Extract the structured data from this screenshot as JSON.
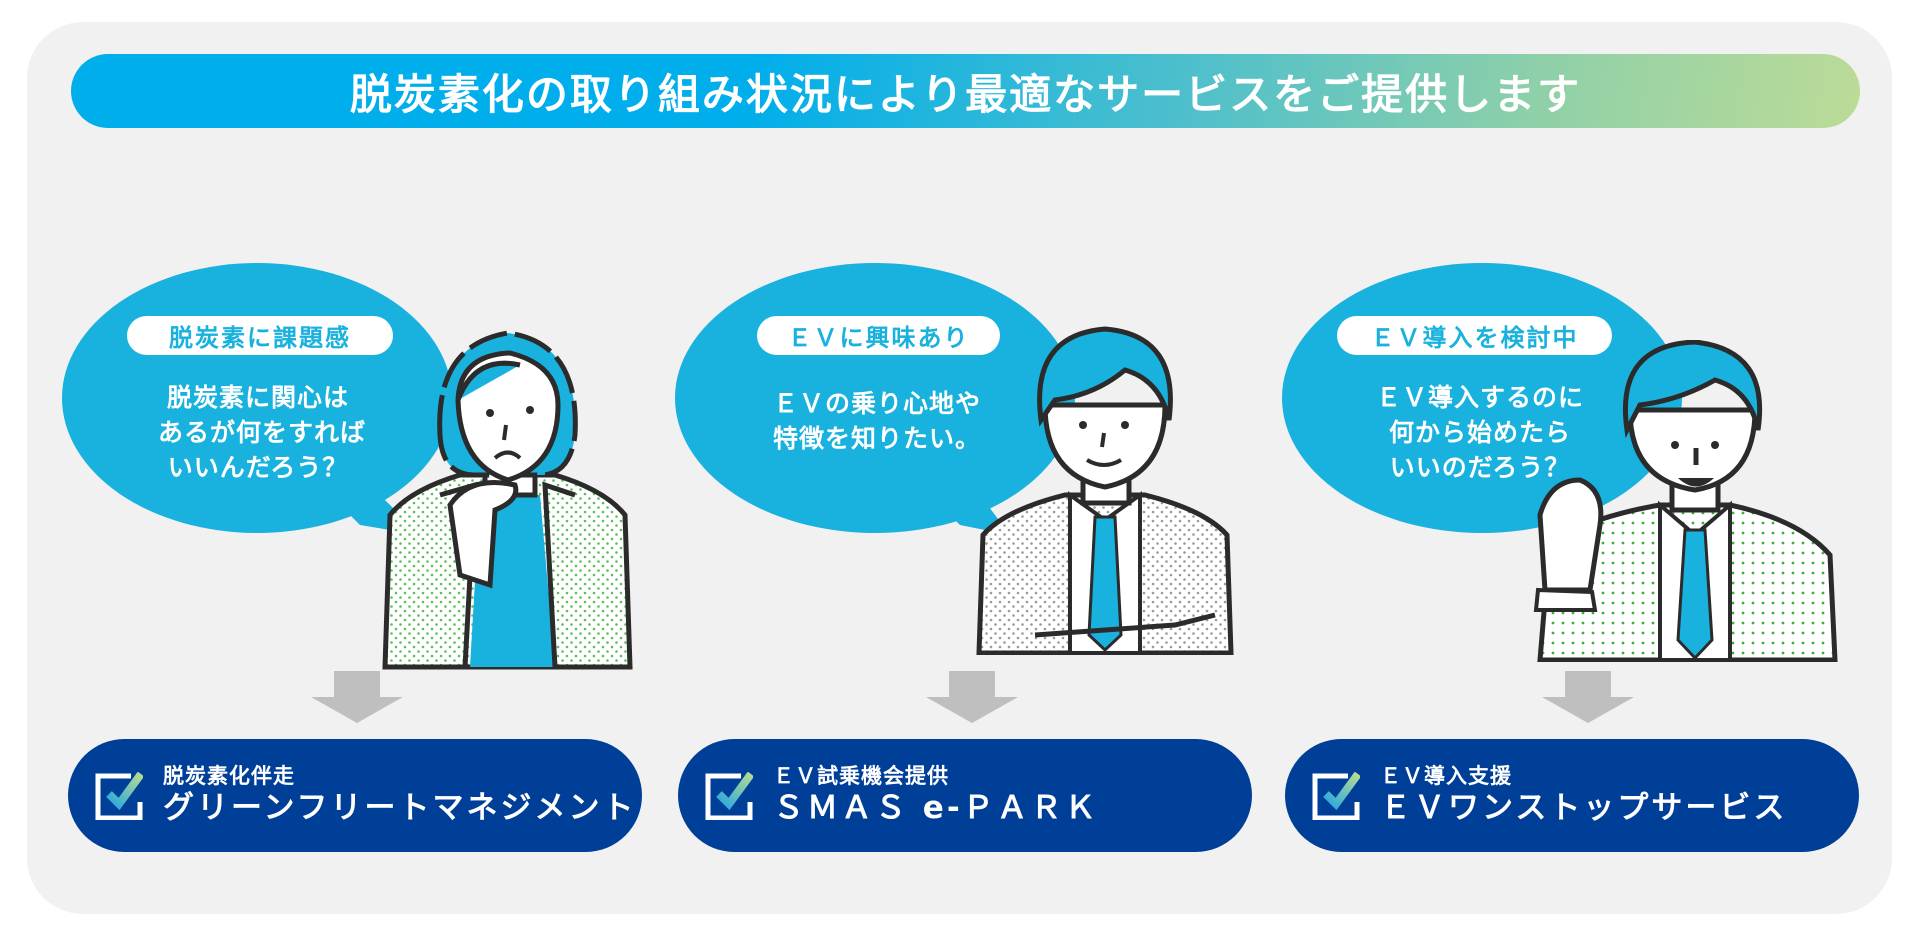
{
  "title": "脱炭素化の取り組み状況により最適なサービスをご提供します",
  "colors": {
    "panel_bg": "#f1f1f1",
    "title_gradient_start": "#00aeeb",
    "title_gradient_end": "#bcdb97",
    "bubble": "#19b1de",
    "button": "#003f98",
    "arrow": "#bfbfbf"
  },
  "columns": [
    {
      "stage_label": "脱炭素に課題感",
      "speech_lines": [
        "脱炭素に関心は",
        "あるが何をすれば",
        "いいんだろう？"
      ],
      "figure": "woman-thinking-icon",
      "service_sub": "脱炭素化伴走",
      "service_main": "グリーンフリートマネジメント"
    },
    {
      "stage_label": "ＥＶに興味あり",
      "speech_lines": [
        "ＥＶの乗り心地や",
        "特徴を知りたい。"
      ],
      "figure": "man-arms-crossed-icon",
      "service_sub": "ＥＶ試乗機会提供",
      "service_main": "ＳＭＡＳ e-ＰＡＲＫ"
    },
    {
      "stage_label": "ＥＶ導入を検討中",
      "speech_lines": [
        "ＥＶ導入するのに",
        "何から始めたら",
        "いいのだろう？"
      ],
      "figure": "man-fist-pump-icon",
      "service_sub": "ＥＶ導入支援",
      "service_main": "ＥＶワンストップサービス"
    }
  ]
}
